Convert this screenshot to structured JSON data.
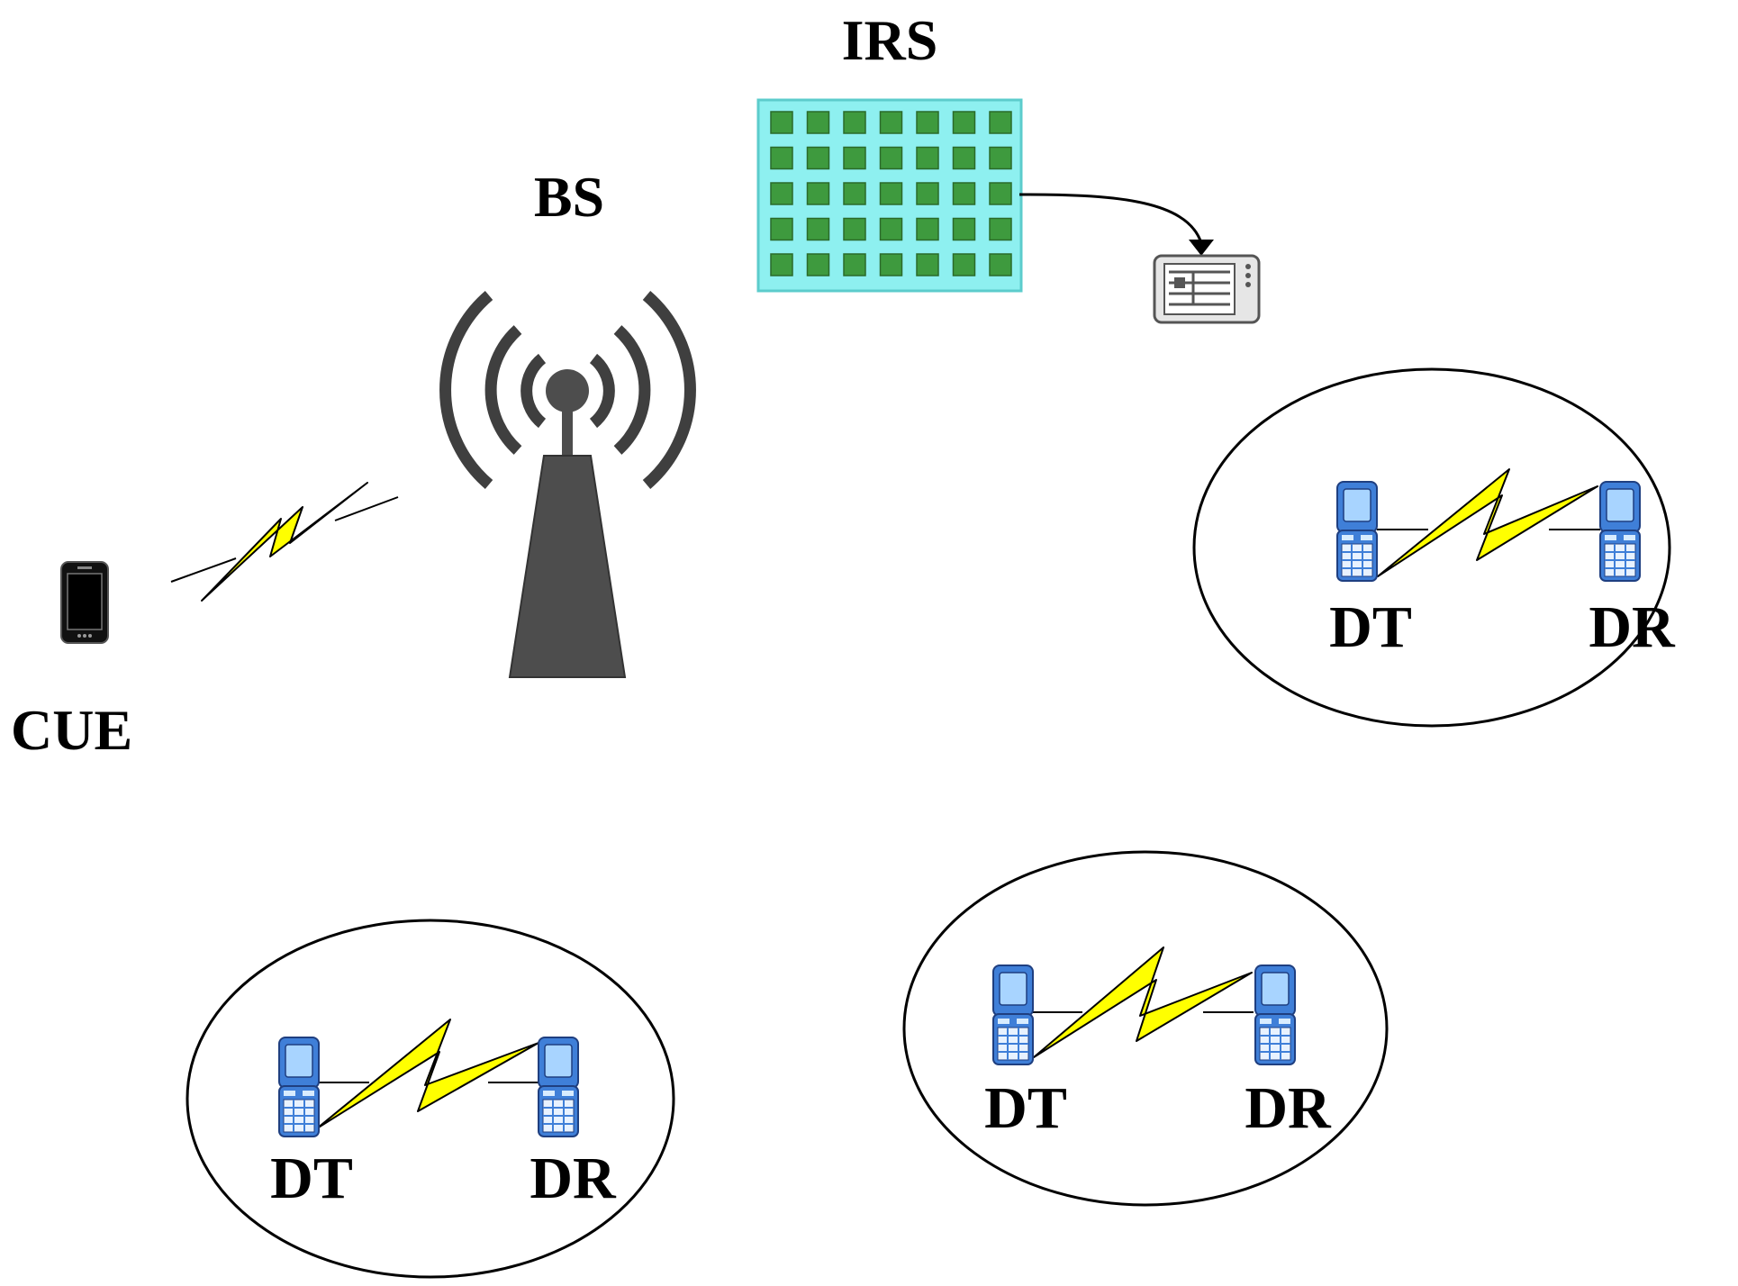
{
  "labels": {
    "irs": "IRS",
    "bs": "BS",
    "cue": "CUE"
  },
  "pairs": [
    {
      "transmitter": "DT",
      "receiver": "DR"
    },
    {
      "transmitter": "DT",
      "receiver": "DR"
    },
    {
      "transmitter": "DT",
      "receiver": "DR"
    }
  ],
  "colors": {
    "irs_panel": "#8ef0f0",
    "irs_element": "#3e9a3e",
    "tower": "#4d4d4d",
    "lightning": "#ffff00",
    "phone_blue": "#3f7fd8"
  },
  "icons": [
    "antenna-tower-icon",
    "irs-panel-icon",
    "controller-icon",
    "smartphone-icon",
    "flip-phone-icon",
    "lightning-icon"
  ]
}
